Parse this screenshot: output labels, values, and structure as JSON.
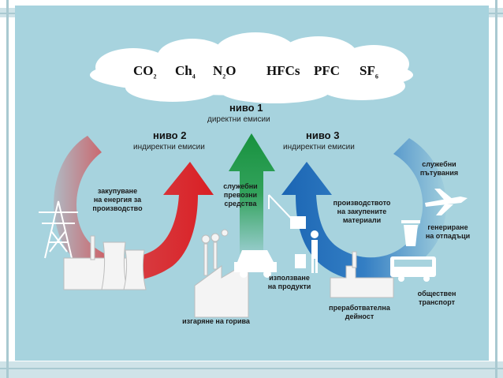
{
  "gases": [
    {
      "base": "CO",
      "sub": "2"
    },
    {
      "base": "Ch",
      "sub": "4"
    },
    {
      "base": "N",
      "sub": "2",
      "tail": "O"
    },
    {
      "base": "HFCs",
      "sub": ""
    },
    {
      "base": "PFC",
      "sub": ""
    },
    {
      "base": "SF",
      "sub": "6"
    }
  ],
  "levels": {
    "level1": {
      "title": "ниво 1",
      "subtitle": "директни емисии"
    },
    "level2": {
      "title": "ниво 2",
      "subtitle": "индиректни емисии"
    },
    "level3": {
      "title": "ниво 3",
      "subtitle": "индиректни емисии"
    }
  },
  "labels": {
    "purchased_energy": "закупуване\nна енергия за\nпроизводство",
    "company_vehicles": "служебни\nпревозни\nсредства",
    "fuel_combustion": "изгаряне на горива",
    "purchased_materials": "производството\nна закупените\nматериали",
    "business_travel": "служебни\nпътувания",
    "waste": "генериране\nна отпадъци",
    "product_use": "използване\nна продукти",
    "processing": "преработвателна\nдейност",
    "public_transport": "обществен\nтранспорт"
  },
  "colors": {
    "panel": "#a7d3de",
    "level1_arrow": "#1e9a45",
    "level2_arrow": "#e0262a",
    "level3_arrow": "#1f6fbf",
    "cloud": "#ffffff"
  }
}
